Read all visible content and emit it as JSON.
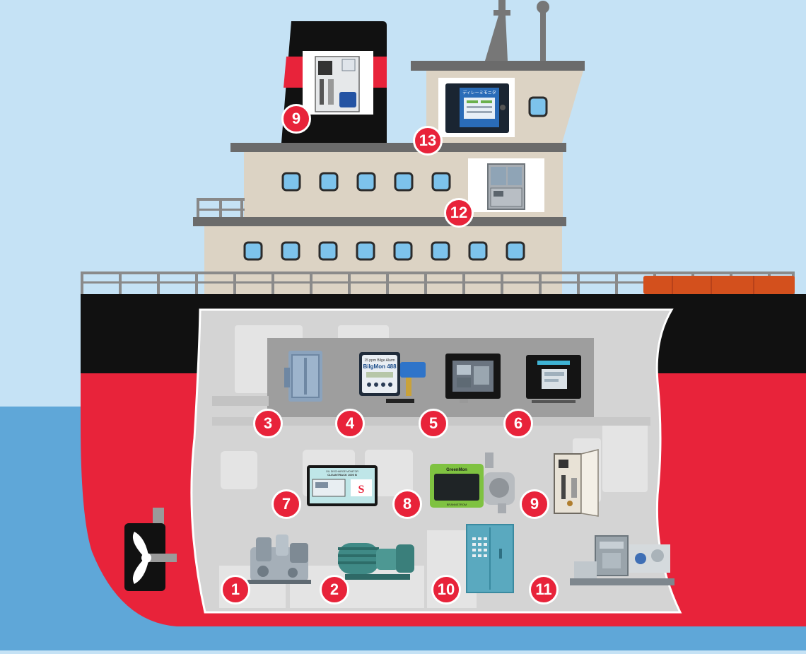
{
  "colors": {
    "sky": "#c5e2f5",
    "sea": "#5fa7d8",
    "hull_red": "#e8233a",
    "hull_black": "#111111",
    "superstructure": "#dcd3c4",
    "deck_grey": "#6b6b6b",
    "engine_room": "#d4d4d4",
    "marker_red": "#e8233a",
    "window_blue": "#7dc3ec",
    "cargo_orange": "#d3501d"
  },
  "markers": [
    {
      "label": "1",
      "item": "separator-equipment"
    },
    {
      "label": "2",
      "item": "pump-motor"
    },
    {
      "label": "3",
      "item": "filter-cabinet"
    },
    {
      "label": "4",
      "item": "bilge-monitor"
    },
    {
      "label": "5",
      "item": "camera-monitor-panel"
    },
    {
      "label": "6",
      "item": "display-monitor-panel"
    },
    {
      "label": "7",
      "item": "oil-monitor-panel"
    },
    {
      "label": "8",
      "item": "display-unit"
    },
    {
      "label": "9",
      "item": "analyzer-cabinet"
    },
    {
      "label": "10",
      "item": "control-cabinet"
    },
    {
      "label": "11",
      "item": "treatment-skid"
    },
    {
      "label": "9",
      "item": "funnel-analyzer-cabinet"
    },
    {
      "label": "12",
      "item": "deck-cabinet"
    },
    {
      "label": "13",
      "item": "bridge-monitor"
    }
  ],
  "equipment_text": {
    "bilgemon_brand": "BilgMon 488",
    "bilgemon_sub": "15 ppm Bilge Alarm",
    "clean_track_title": "OIL DISCHARGE MONITOR",
    "clean_track_name": "CLEANTRACK 1000 B",
    "greenmon_brand": "GreenMon",
    "brannstrom": "BRANNSTROM",
    "bridge_monitor_title": "ディレーミモニタ"
  }
}
